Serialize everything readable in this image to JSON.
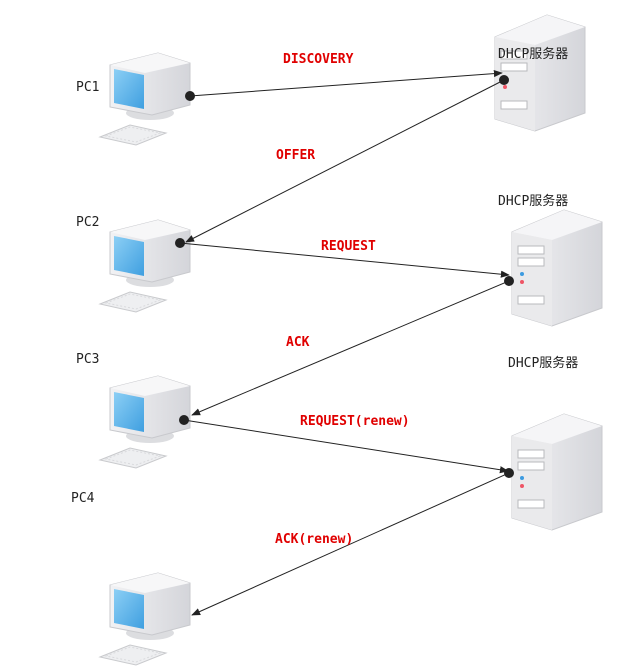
{
  "clients": [
    {
      "label": "PC1"
    },
    {
      "label": "PC2"
    },
    {
      "label": "PC3"
    },
    {
      "label": "PC4"
    }
  ],
  "servers": [
    {
      "label": "DHCP服务器"
    },
    {
      "label": "DHCP服务器"
    },
    {
      "label": "DHCP服务器"
    }
  ],
  "messages": [
    {
      "label": "DISCOVERY",
      "direction": "client-to-server"
    },
    {
      "label": "OFFER",
      "direction": "server-to-client"
    },
    {
      "label": "REQUEST",
      "direction": "client-to-server"
    },
    {
      "label": "ACK",
      "direction": "server-to-client"
    },
    {
      "label": "REQUEST(renew)",
      "direction": "client-to-server"
    },
    {
      "label": "ACK(renew)",
      "direction": "server-to-client"
    }
  ],
  "colors": {
    "message_label": "#e00000",
    "screen": "#5db4ec",
    "line": "#222222"
  }
}
